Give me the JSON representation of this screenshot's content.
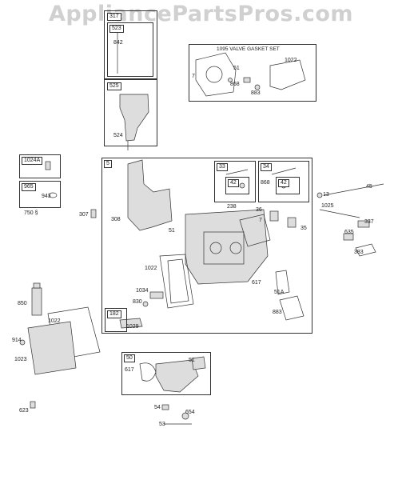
{
  "watermark": "AppliancePartsPros.com",
  "boxes": {
    "b317": "317",
    "b523": "523",
    "b525": "525",
    "b1095": "1095 VALVE GASKET SET",
    "b1024a": "1024A",
    "b965": "965",
    "b5": "5",
    "b33": "33",
    "b34": "34",
    "b42a": "42",
    "b42b": "42",
    "b182": "182",
    "b50": "50"
  },
  "labels": {
    "l842": "842",
    "l524": "524",
    "l7a": "7",
    "l51a": "51",
    "l1022a": "1022",
    "l868a": "868",
    "l883a": "883",
    "l943": "943",
    "l750": "750 §",
    "l307": "307",
    "l308": "308",
    "l51b": "51",
    "l238": "238",
    "l36": "36",
    "l7b": "7",
    "l35": "35",
    "l868b": "868",
    "l13": "13",
    "l45": "45",
    "l1025": "1025",
    "l337": "337",
    "l635": "635",
    "l383": "383",
    "l1022b": "1022",
    "l1034": "1034",
    "l830": "830",
    "l1029": "1029",
    "l617a": "617",
    "l51A": "51A",
    "l883b": "883",
    "l850": "850",
    "l1022c": "1022",
    "l914": "914",
    "l1023": "1023",
    "l617b": "617",
    "l51c": "51",
    "l54": "54",
    "l654": "654",
    "l53": "53",
    "l623": "623"
  }
}
